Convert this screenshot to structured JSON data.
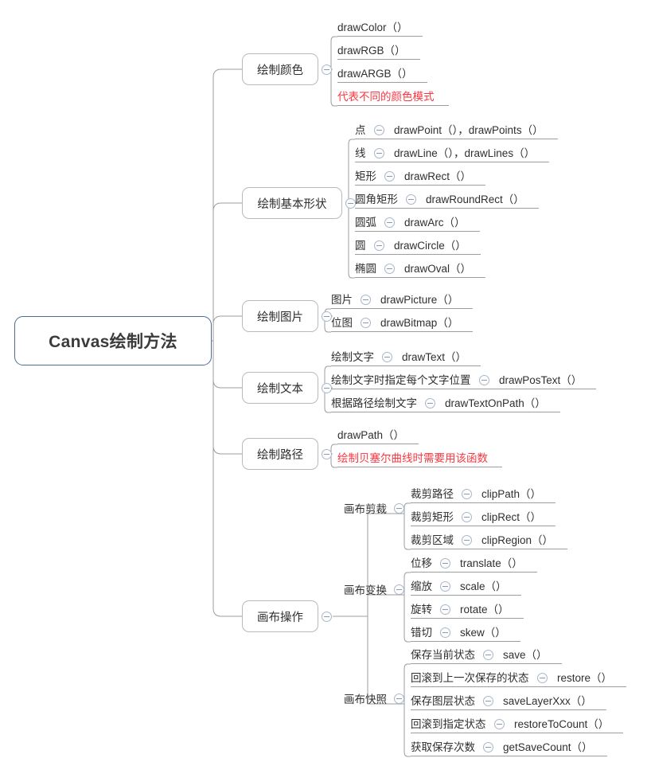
{
  "diagram": {
    "type": "mindmap",
    "title": "Canvas绘制方法",
    "root": {
      "label": "Canvas绘制方法"
    },
    "accent_colors": {
      "root_border": "#4a6c96",
      "node_border": "#b9b9b9",
      "line": "#9e9e9e",
      "toggle": "#a8b7cc",
      "highlight_text": "#fb3640",
      "text": "#2f2f2f"
    },
    "branches": [
      {
        "id": "color",
        "label": "绘制颜色",
        "leaves": [
          {
            "label": "",
            "method": "drawColor（）",
            "highlight": false
          },
          {
            "label": "",
            "method": "drawRGB（）",
            "highlight": false
          },
          {
            "label": "",
            "method": "drawARGB（）",
            "highlight": false
          },
          {
            "label": "",
            "method": "代表不同的颜色模式",
            "highlight": true
          }
        ]
      },
      {
        "id": "shapes",
        "label": "绘制基本形状",
        "leaves": [
          {
            "label": "点",
            "method": "drawPoint（），drawPoints（）",
            "highlight": false
          },
          {
            "label": "线",
            "method": "drawLine（），drawLines（）",
            "highlight": false
          },
          {
            "label": "矩形",
            "method": "drawRect（）",
            "highlight": false
          },
          {
            "label": "圆角矩形",
            "method": "drawRoundRect（）",
            "highlight": false
          },
          {
            "label": "圆弧",
            "method": "drawArc（）",
            "highlight": false
          },
          {
            "label": "圆",
            "method": "drawCircle（）",
            "highlight": false
          },
          {
            "label": "椭圆",
            "method": "drawOval（）",
            "highlight": false
          }
        ]
      },
      {
        "id": "picture",
        "label": "绘制图片",
        "leaves": [
          {
            "label": "图片",
            "method": "drawPicture（）",
            "highlight": false
          },
          {
            "label": "位图",
            "method": "drawBitmap（）",
            "highlight": false
          }
        ]
      },
      {
        "id": "text",
        "label": "绘制文本",
        "leaves": [
          {
            "label": "绘制文字",
            "method": "drawText（）",
            "highlight": false
          },
          {
            "label": "绘制文字时指定每个文字位置",
            "method": "drawPosText（）",
            "highlight": false
          },
          {
            "label": "根据路径绘制文字",
            "method": "drawTextOnPath（）",
            "highlight": false
          }
        ]
      },
      {
        "id": "path",
        "label": "绘制路径",
        "leaves": [
          {
            "label": "",
            "method": "drawPath（）",
            "highlight": false
          },
          {
            "label": "",
            "method": "绘制贝塞尔曲线时需要用该函数",
            "highlight": true
          }
        ]
      },
      {
        "id": "canvasops",
        "label": "画布操作",
        "groups": [
          {
            "id": "clip",
            "label": "画布剪裁",
            "leaves": [
              {
                "label": "裁剪路径",
                "method": "clipPath（）",
                "highlight": false
              },
              {
                "label": "裁剪矩形",
                "method": "clipRect（）",
                "highlight": false
              },
              {
                "label": "裁剪区域",
                "method": "clipRegion（）",
                "highlight": false
              }
            ]
          },
          {
            "id": "transform",
            "label": "画布变换",
            "leaves": [
              {
                "label": "位移",
                "method": "translate（）",
                "highlight": false
              },
              {
                "label": "缩放",
                "method": "scale（）",
                "highlight": false
              },
              {
                "label": "旋转",
                "method": "rotate（）",
                "highlight": false
              },
              {
                "label": "错切",
                "method": "skew（）",
                "highlight": false
              }
            ]
          },
          {
            "id": "snapshot",
            "label": "画布快照",
            "leaves": [
              {
                "label": "保存当前状态",
                "method": "save（）",
                "highlight": false
              },
              {
                "label": "回滚到上一次保存的状态",
                "method": "restore（）",
                "highlight": false
              },
              {
                "label": "保存图层状态",
                "method": "saveLayerXxx（）",
                "highlight": false
              },
              {
                "label": "回滚到指定状态",
                "method": "restoreToCount（）",
                "highlight": false
              },
              {
                "label": "获取保存次数",
                "method": "getSaveCount（）",
                "highlight": false
              }
            ]
          }
        ]
      }
    ]
  }
}
